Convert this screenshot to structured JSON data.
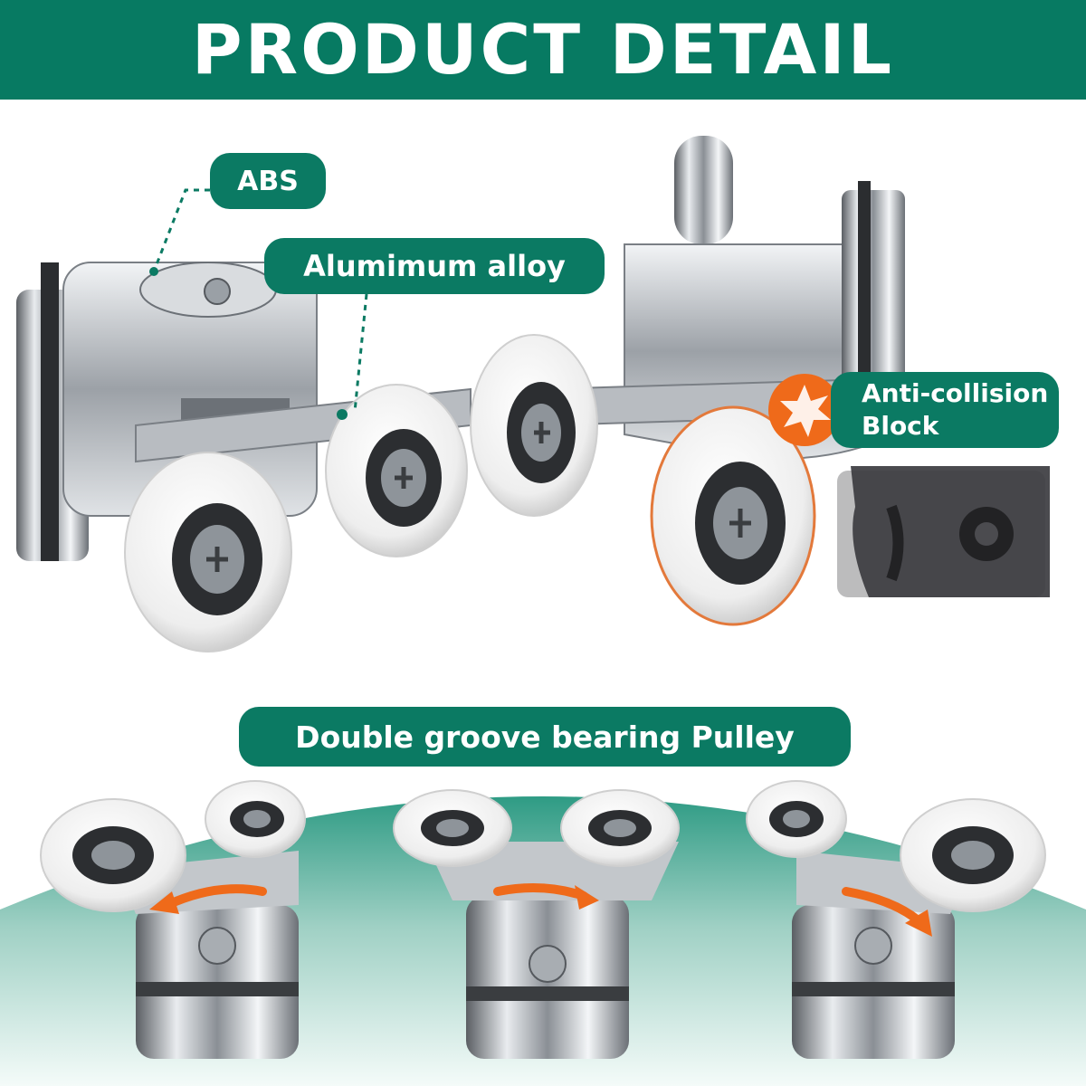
{
  "banner": {
    "title": "PRODUCT DETAIL",
    "color": "#077a62"
  },
  "labels": {
    "abs": "ABS",
    "aluminium": "Alumimum alloy",
    "anti_collision_line1": "Anti-collision",
    "anti_collision_line2": "Block",
    "double_groove": "Double groove bearing Pulley"
  },
  "colors": {
    "accent_green": "#0b7a63",
    "arrow_orange": "#ef6a1a",
    "block_gray": "#4b4b4f"
  },
  "icons": {
    "collision": "collision-burst-icon",
    "rotate": "rotate-arrow-icon"
  }
}
